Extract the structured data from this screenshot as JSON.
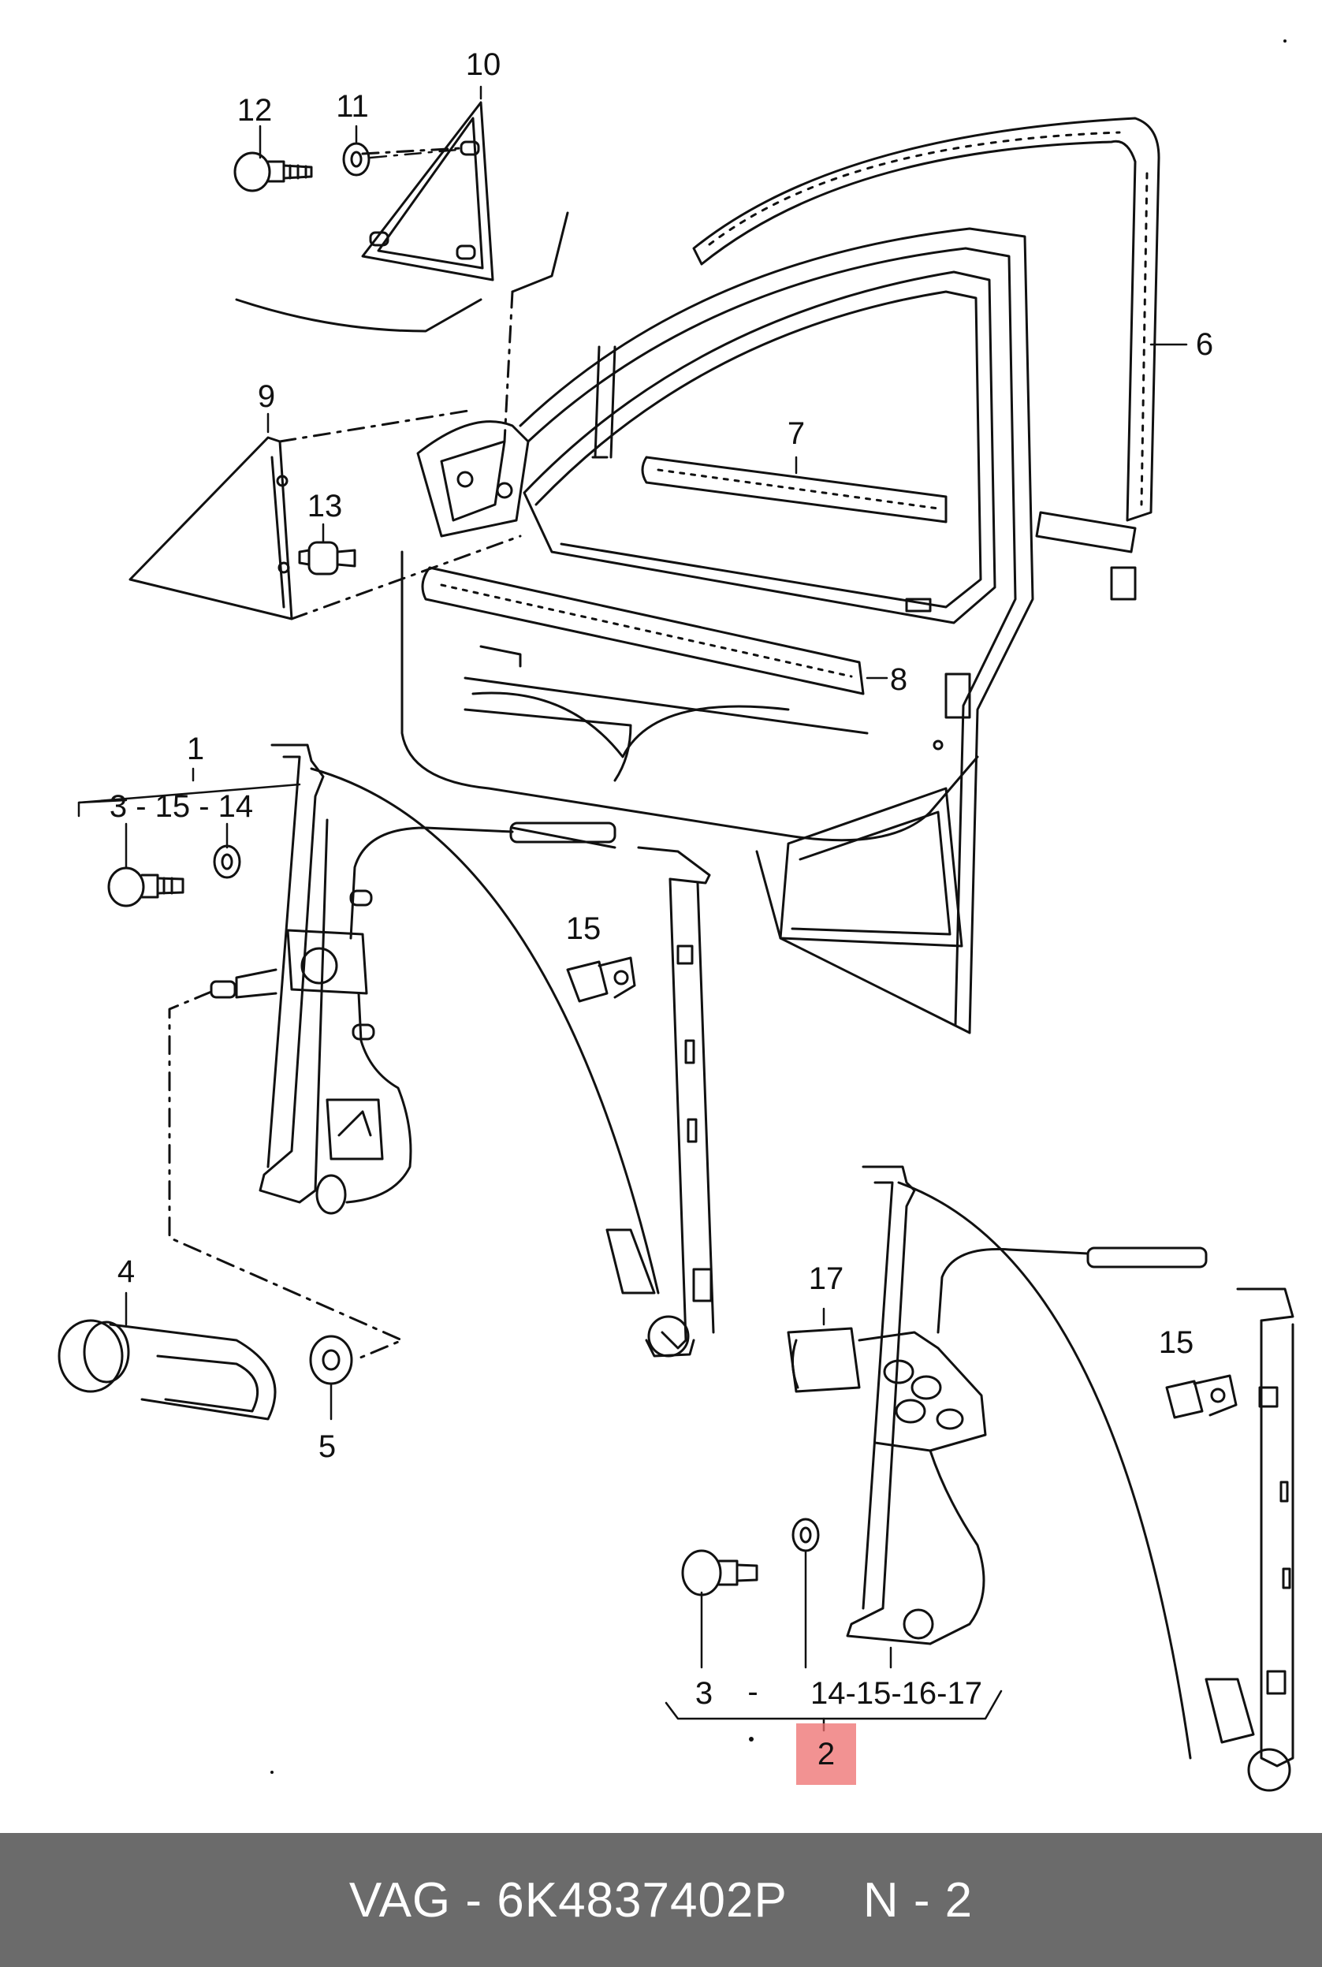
{
  "callouts": {
    "c1": "1",
    "c2": "2",
    "c3_15_14": "3 - 15 - 14",
    "c4": "4",
    "c5": "5",
    "c6": "6",
    "c7": "7",
    "c8": "8",
    "c9": "9",
    "c10": "10",
    "c11": "11",
    "c12": "12",
    "c13": "13",
    "c15_upper": "15",
    "c15_lower": "15",
    "c17": "17",
    "c3": "3",
    "c_dash": "-",
    "c14_15_16_17": "14-15-16-17"
  },
  "footer": {
    "part_number": "VAG - 6K4837402P",
    "page_ref": "N - 2"
  }
}
